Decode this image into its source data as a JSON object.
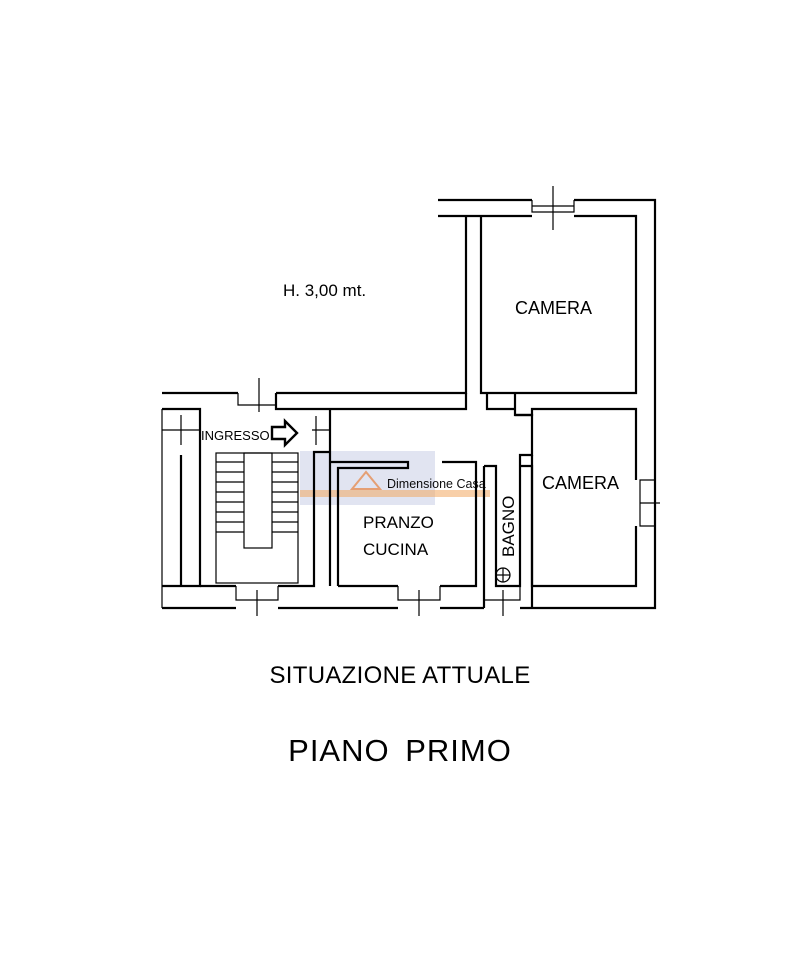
{
  "plan": {
    "height_note": "H.  3,00 mt.",
    "rooms": {
      "camera_top": "CAMERA",
      "camera_right": "CAMERA",
      "ingresso": "INGRESSO",
      "pranzo": "PRANZO",
      "cucina": "CUCINA",
      "bagno": "BAGNO"
    },
    "watermark": "Dimensione Casa"
  },
  "captions": {
    "situation": "SITUAZIONE ATTUALE",
    "floor": "PIANO  PRIMO"
  },
  "colors": {
    "line": "#000000",
    "watermark_box": "#c9cde6",
    "watermark_accent": "#f2a860"
  }
}
